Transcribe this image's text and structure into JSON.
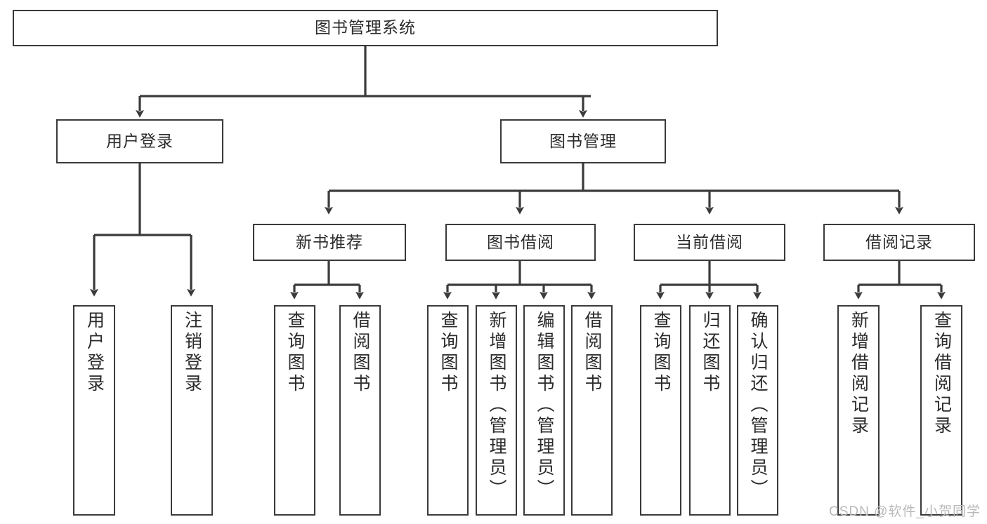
{
  "diagram": {
    "title": "图书管理系统",
    "type": "tree",
    "watermark": "CSDN @软件_小贺同学",
    "colors": {
      "box_border": "#3a3a3a",
      "box_fill": "#ffffff",
      "connector": "#3a3a3a",
      "text": "#2b2b2b",
      "watermark": "#b9b9b9",
      "background": "#ffffff"
    },
    "root": {
      "label": "图书管理系统"
    },
    "level2": [
      {
        "label": "用户登录"
      },
      {
        "label": "图书管理"
      }
    ],
    "level3": [
      {
        "label": "新书推荐"
      },
      {
        "label": "图书借阅"
      },
      {
        "label": "当前借阅"
      },
      {
        "label": "借阅记录"
      }
    ],
    "leaves": {
      "user_login": [
        {
          "label": "用户登录"
        },
        {
          "label": "注销登录"
        }
      ],
      "new_book_recommend": [
        {
          "label": "查询图书"
        },
        {
          "label": "借阅图书"
        }
      ],
      "book_borrow": [
        {
          "label": "查询图书"
        },
        {
          "label": "新增图书（管理员）"
        },
        {
          "label": "编辑图书（管理员）"
        },
        {
          "label": "借阅图书"
        }
      ],
      "current_borrow": [
        {
          "label": "查询图书"
        },
        {
          "label": "归还图书"
        },
        {
          "label": "确认归还（管理员）"
        }
      ],
      "borrow_record": [
        {
          "label": "新增借阅记录"
        },
        {
          "label": "查询借阅记录"
        }
      ]
    }
  }
}
